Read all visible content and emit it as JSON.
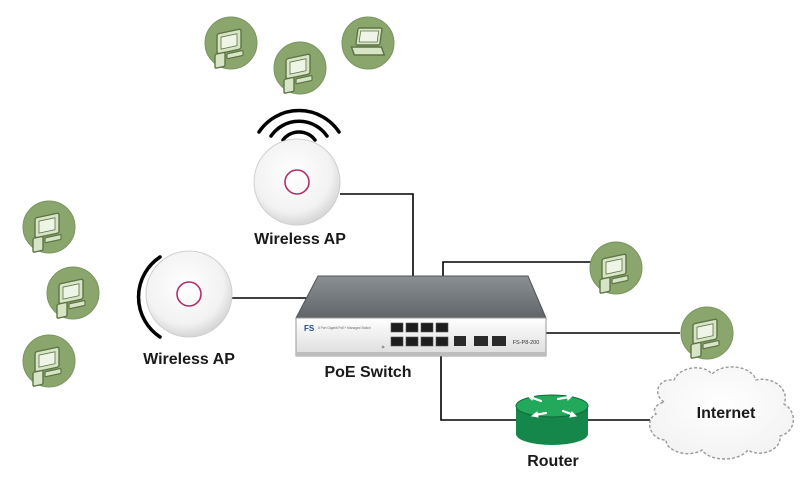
{
  "labels": {
    "ap_top": "Wireless AP",
    "ap_left": "Wireless AP",
    "switch": "PoE Switch",
    "router": "Router",
    "internet": "Internet"
  },
  "switch_panel": {
    "brand": "FS",
    "small_text": "8 Port Gigabit PoE+ Managed Switch",
    "model": "FS-P8-200"
  },
  "icons": {
    "client_device": "monitor-device-icon",
    "laptop": "laptop-icon",
    "access_point": "wireless-ap-icon",
    "wifi_signal": "wifi-signal-icon",
    "router": "router-icon",
    "cloud": "internet-cloud-icon"
  },
  "colors": {
    "device_circle": "#8aa66d",
    "device_body": "#d7e5c6",
    "router_green": "#1f9a55",
    "switch_body": "#6b7174",
    "cable": "#000000"
  }
}
